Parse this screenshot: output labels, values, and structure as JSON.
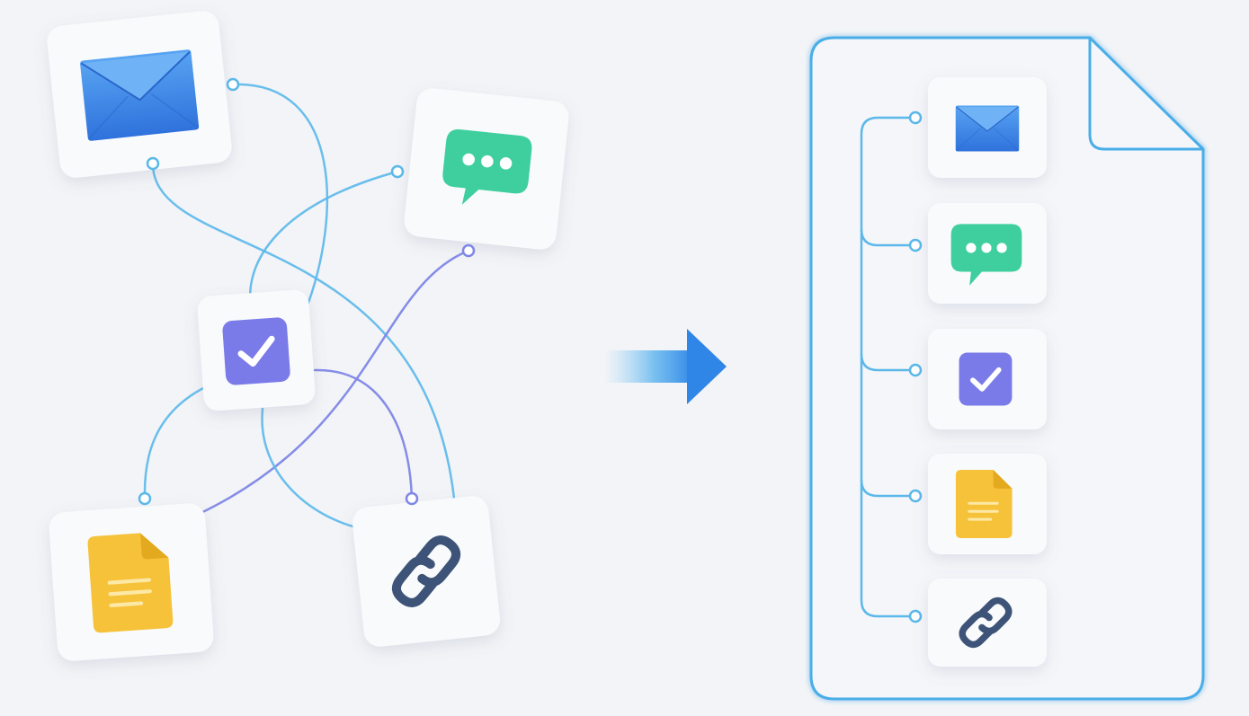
{
  "diagram": {
    "left_cluster": {
      "nodes": [
        {
          "name": "email-node",
          "icon": "envelope-icon"
        },
        {
          "name": "chat-node",
          "icon": "chat-bubble-icon"
        },
        {
          "name": "task-node",
          "icon": "checkbox-icon"
        },
        {
          "name": "document-node",
          "icon": "document-icon"
        },
        {
          "name": "link-node",
          "icon": "chain-link-icon"
        }
      ]
    },
    "arrow": {
      "icon": "arrow-right-icon"
    },
    "right_document": {
      "icon": "page-icon",
      "items": [
        {
          "name": "email-item",
          "icon": "envelope-icon"
        },
        {
          "name": "chat-item",
          "icon": "chat-bubble-icon"
        },
        {
          "name": "task-item",
          "icon": "checkbox-icon"
        },
        {
          "name": "document-item",
          "icon": "document-icon"
        },
        {
          "name": "link-item",
          "icon": "chain-link-icon"
        }
      ]
    },
    "colors": {
      "background": "#f3f4f7",
      "connector_blue": "#5ab8ea",
      "connector_purple": "#7e86e6",
      "email_blue": "#3d86e6",
      "chat_green": "#3fcf9e",
      "task_purple": "#7a7be8",
      "document_yellow": "#f6c23a",
      "link_navy": "#3d5478",
      "page_outline": "#4aaee8"
    }
  }
}
